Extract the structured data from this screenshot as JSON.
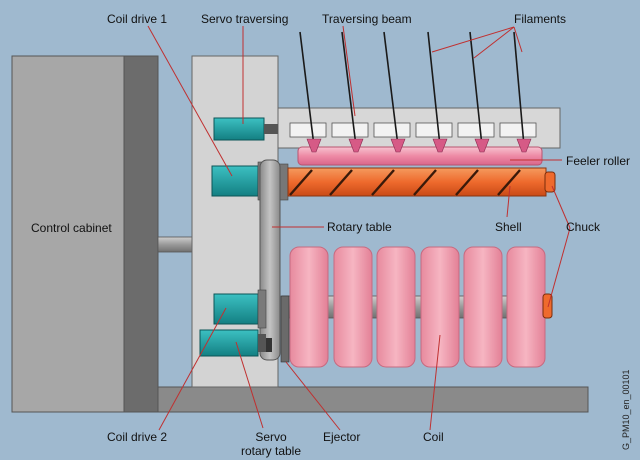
{
  "colors": {
    "background": "#9fb9cf",
    "cabinet_light": "#a7a7a7",
    "cabinet_dark": "#6c6c6c",
    "frame": "#d3d3d3",
    "beam": "#d7d7d7",
    "motor": "#22a0a2",
    "feeler_roller": "#ef8ea8",
    "shell": "#ef6a2d",
    "coil": "#f29aac",
    "filament": "#1a1a1a",
    "guide": "#d65a86",
    "leader": "#c03030"
  },
  "labels": {
    "coil_drive_1": "Coil drive 1",
    "servo_traversing": "Servo traversing",
    "traversing_beam": "Traversing beam",
    "filaments": "Filaments",
    "feeler_roller": "Feeler roller",
    "control_cabinet": "Control cabinet",
    "rotary_table": "Rotary table",
    "shell": "Shell",
    "chuck": "Chuck",
    "coil_drive_2": "Coil drive 2",
    "servo_rotary_table_line1": "Servo",
    "servo_rotary_table_line2": "rotary table",
    "ejector": "Ejector",
    "coil": "Coil"
  },
  "image_code": "G_PM10_en_00101"
}
